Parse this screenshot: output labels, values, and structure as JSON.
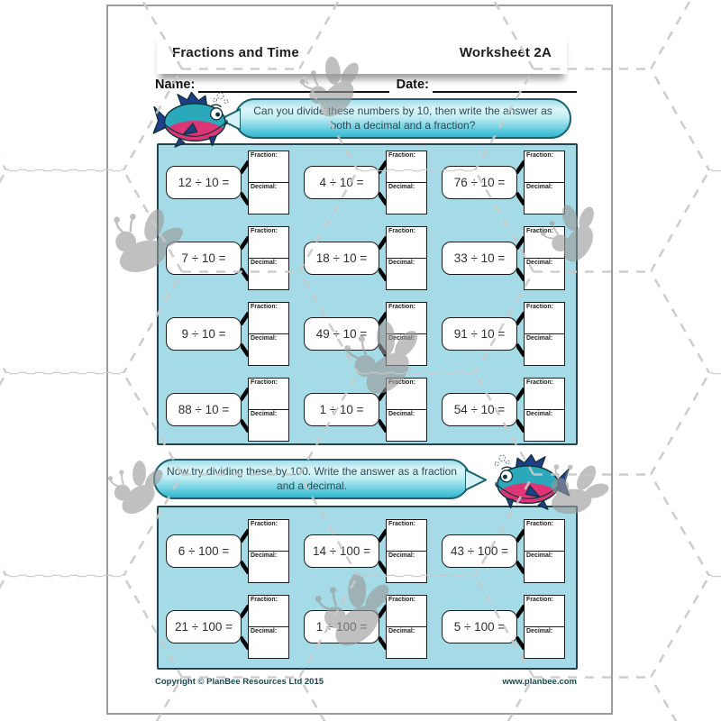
{
  "header": {
    "title": "Fractions and Time",
    "worksheet": "Worksheet 2A"
  },
  "fields": {
    "name_label": "Name:",
    "date_label": "Date:"
  },
  "bubbles": {
    "first": "Can you divide these numbers by 10, then write the answer as both a decimal and a fraction?",
    "second": "Now try dividing these by 100. Write the answer as a fraction and a decimal."
  },
  "labels": {
    "fraction": "Fraction:",
    "decimal": "Decimal:"
  },
  "sections": [
    {
      "problems": [
        "12 ÷ 10 =",
        "4 ÷ 10 =",
        "76 ÷ 10 =",
        "7 ÷ 10 =",
        "18 ÷ 10 =",
        "33 ÷ 10 =",
        "9 ÷ 10 =",
        "49 ÷ 10 =",
        "91 ÷ 10 =",
        "88 ÷ 10 =",
        "1 ÷ 10 =",
        "54 ÷ 10 ="
      ]
    },
    {
      "problems": [
        "6 ÷ 100 =",
        "14 ÷ 100 =",
        "43 ÷ 100 =",
        "21 ÷ 100 =",
        "1 ÷ 100 =",
        "5 ÷ 100 ="
      ]
    }
  ],
  "footer": {
    "copyright": "Copyright © PlanBee Resources Ltd 2015",
    "website": "www.planbee.com"
  },
  "colors": {
    "panel_fill": "#a5dbe6",
    "panel_border": "#24454f",
    "bubble_border": "#1c6170",
    "bubble_accent": "#2fb8d1",
    "fish_body": "#2ba9bb",
    "fish_belly": "#dd3575",
    "fish_fins": "#1f3f8e",
    "watermark_gray": "#9a9a9a"
  }
}
